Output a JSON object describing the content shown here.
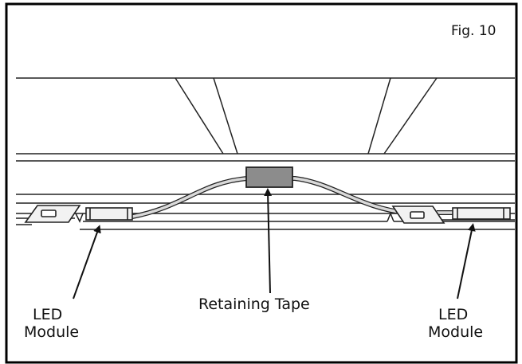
{
  "figure": {
    "number": "Fig. 10"
  },
  "labels": {
    "left_module_line1": "LED",
    "left_module_line2": "Module",
    "retaining_tape": "Retaining Tape",
    "right_module_line1": "LED",
    "right_module_line2": "Module"
  },
  "colors": {
    "border": "#000000",
    "stroke": "#222222",
    "tape_fill": "#8c8c8c",
    "module_fill": "#f2f2f2",
    "cable_fill": "#d9d9d9"
  }
}
